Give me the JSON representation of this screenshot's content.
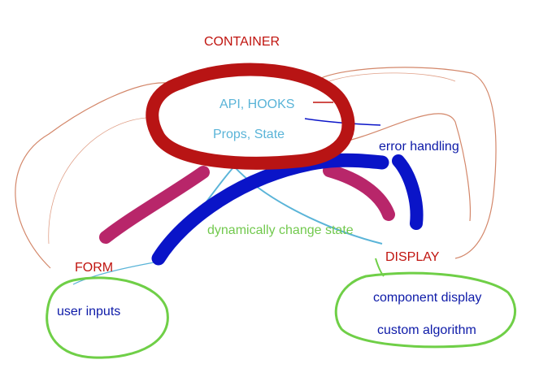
{
  "labels": {
    "container": "CONTAINER",
    "api_hooks": "API, HOOKS",
    "props_state": "Props, State",
    "error_handling": "error handling",
    "dynamically_change_state": "dynamically change state",
    "form": "FORM",
    "display": "DISPLAY",
    "user_inputs": "user inputs",
    "component_display": "component display",
    "custom_algorithm": "custom algorithm"
  },
  "colors": {
    "container_red": "#b81414",
    "title_red": "#c0140f",
    "light_blue": "#5ab4d8",
    "dark_blue": "#0a14c8",
    "navy_text": "#0d1aa8",
    "magenta": "#b8266a",
    "green": "#6fcf47",
    "green_text": "#72c94e",
    "thin_outline": "#d3876a"
  }
}
